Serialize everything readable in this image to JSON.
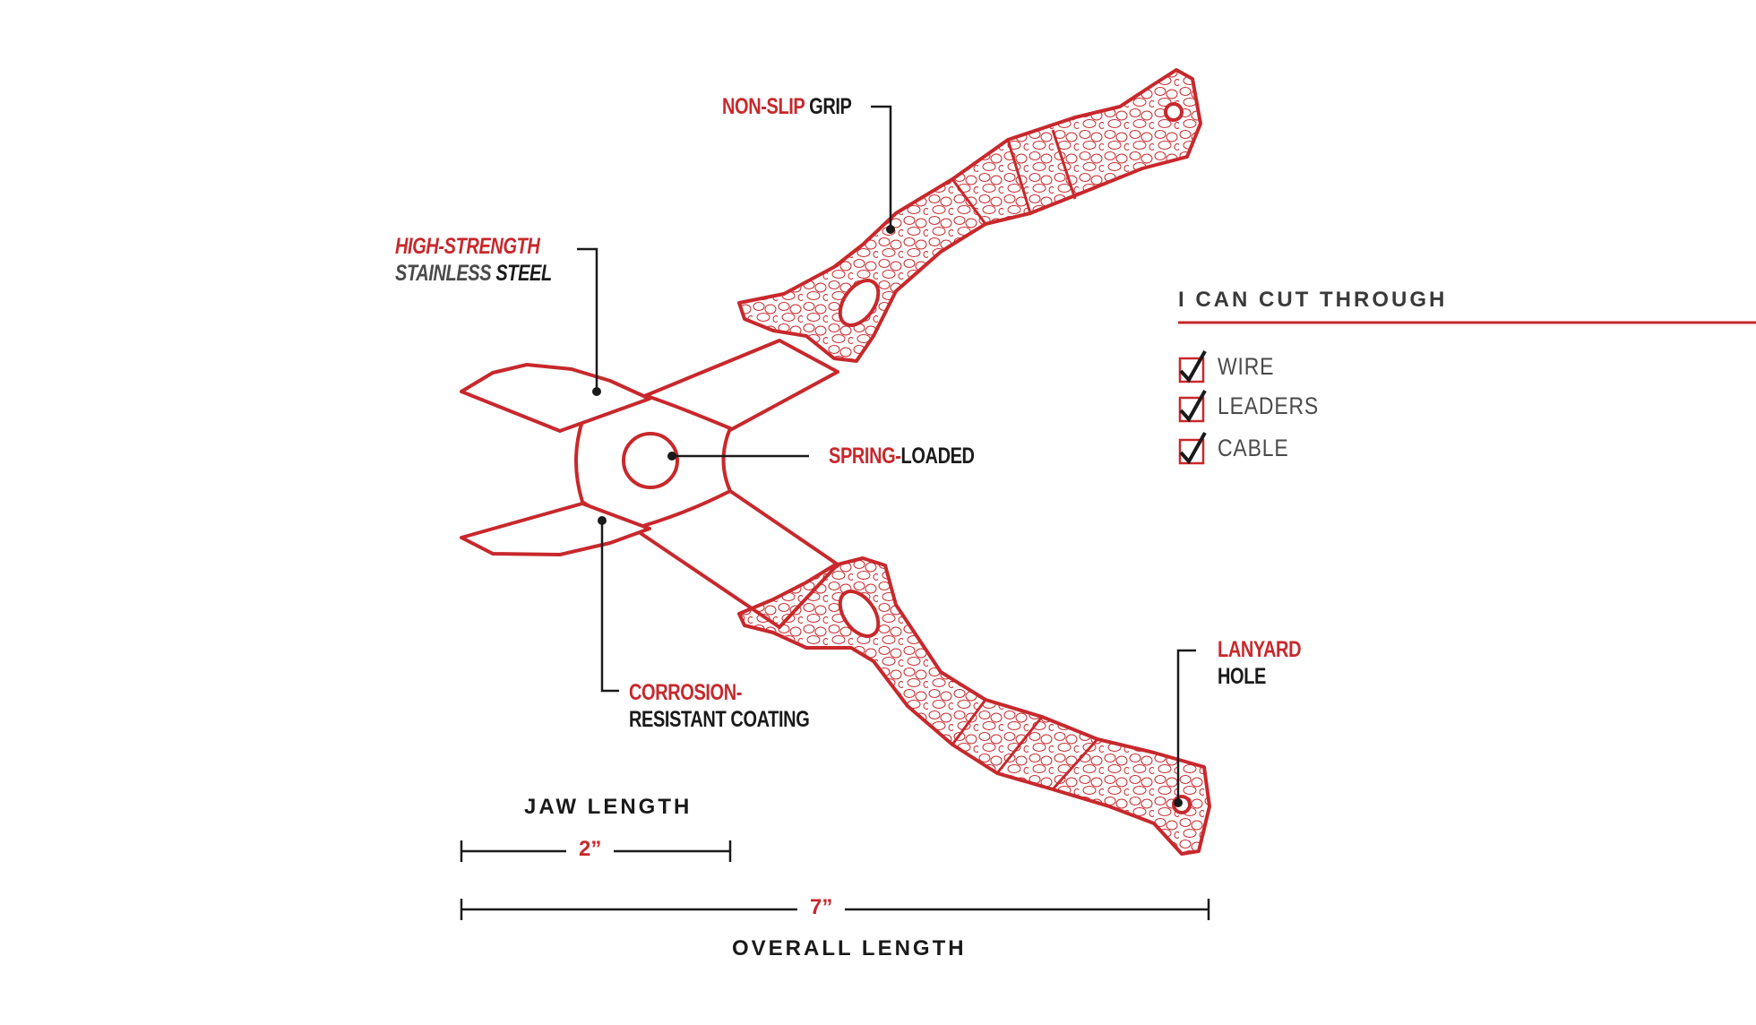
{
  "colors": {
    "accent": "#c8282c",
    "text": "#1a1a1a",
    "muted": "#4a4a4a"
  },
  "callouts": {
    "grip": {
      "highlight": "NON-SLIP",
      "rest": "GRIP"
    },
    "steel": {
      "highlight": "HIGH-STRENGTH",
      "line2_a": "STAINLESS",
      "line2_b": "STEEL"
    },
    "spring": {
      "highlight": "SPRING-",
      "rest": "LOADED"
    },
    "coating": {
      "highlight": "CORROSION-",
      "rest": "RESISTANT COATING"
    },
    "lanyard": {
      "highlight": "LANYARD",
      "rest": "HOLE"
    }
  },
  "cut_through": {
    "title": "I CAN CUT THROUGH",
    "items": [
      {
        "label": "WIRE",
        "checked": true
      },
      {
        "label": "LEADERS",
        "checked": true
      },
      {
        "label": "CABLE",
        "checked": true
      }
    ]
  },
  "dimensions": {
    "jaw": {
      "label": "JAW LENGTH",
      "value": "2”"
    },
    "overall": {
      "label": "OVERALL LENGTH",
      "value": "7”"
    }
  }
}
